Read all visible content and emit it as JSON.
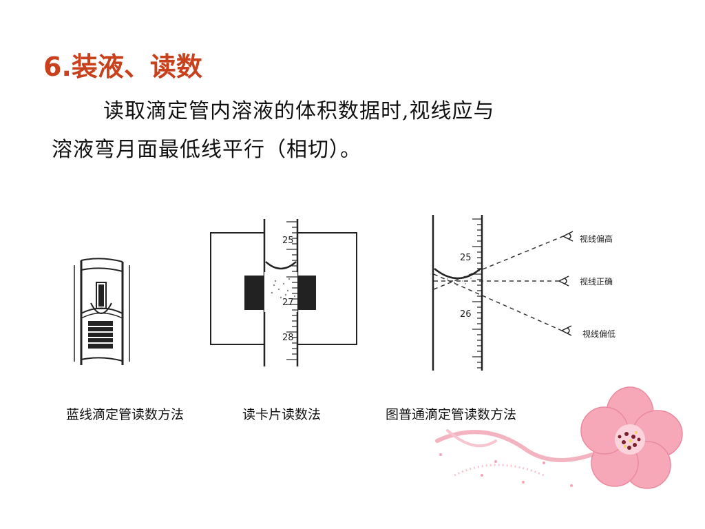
{
  "slide": {
    "title": "6.装液、读数",
    "title_color": "#c8401c",
    "paragraph_line1": "读取滴定管内溶液的体积数据时,视线应与",
    "paragraph_line2": "溶液弯月面最低线平行（相切）。"
  },
  "figures": {
    "card": {
      "ticks": [
        "25",
        "27",
        "28"
      ]
    },
    "normal": {
      "ticks": [
        "25",
        "26"
      ],
      "sight_high": "视线偏高",
      "sight_correct": "视线正确",
      "sight_low": "视线偏低"
    }
  },
  "captions": {
    "blue_line": "蓝线滴定管读数方法",
    "card": "读卡片读数法",
    "normal": "图普通滴定管读数方法"
  },
  "decoration": {
    "flower_icon": "flower-icon",
    "petal_color": "#f7a8b8"
  }
}
